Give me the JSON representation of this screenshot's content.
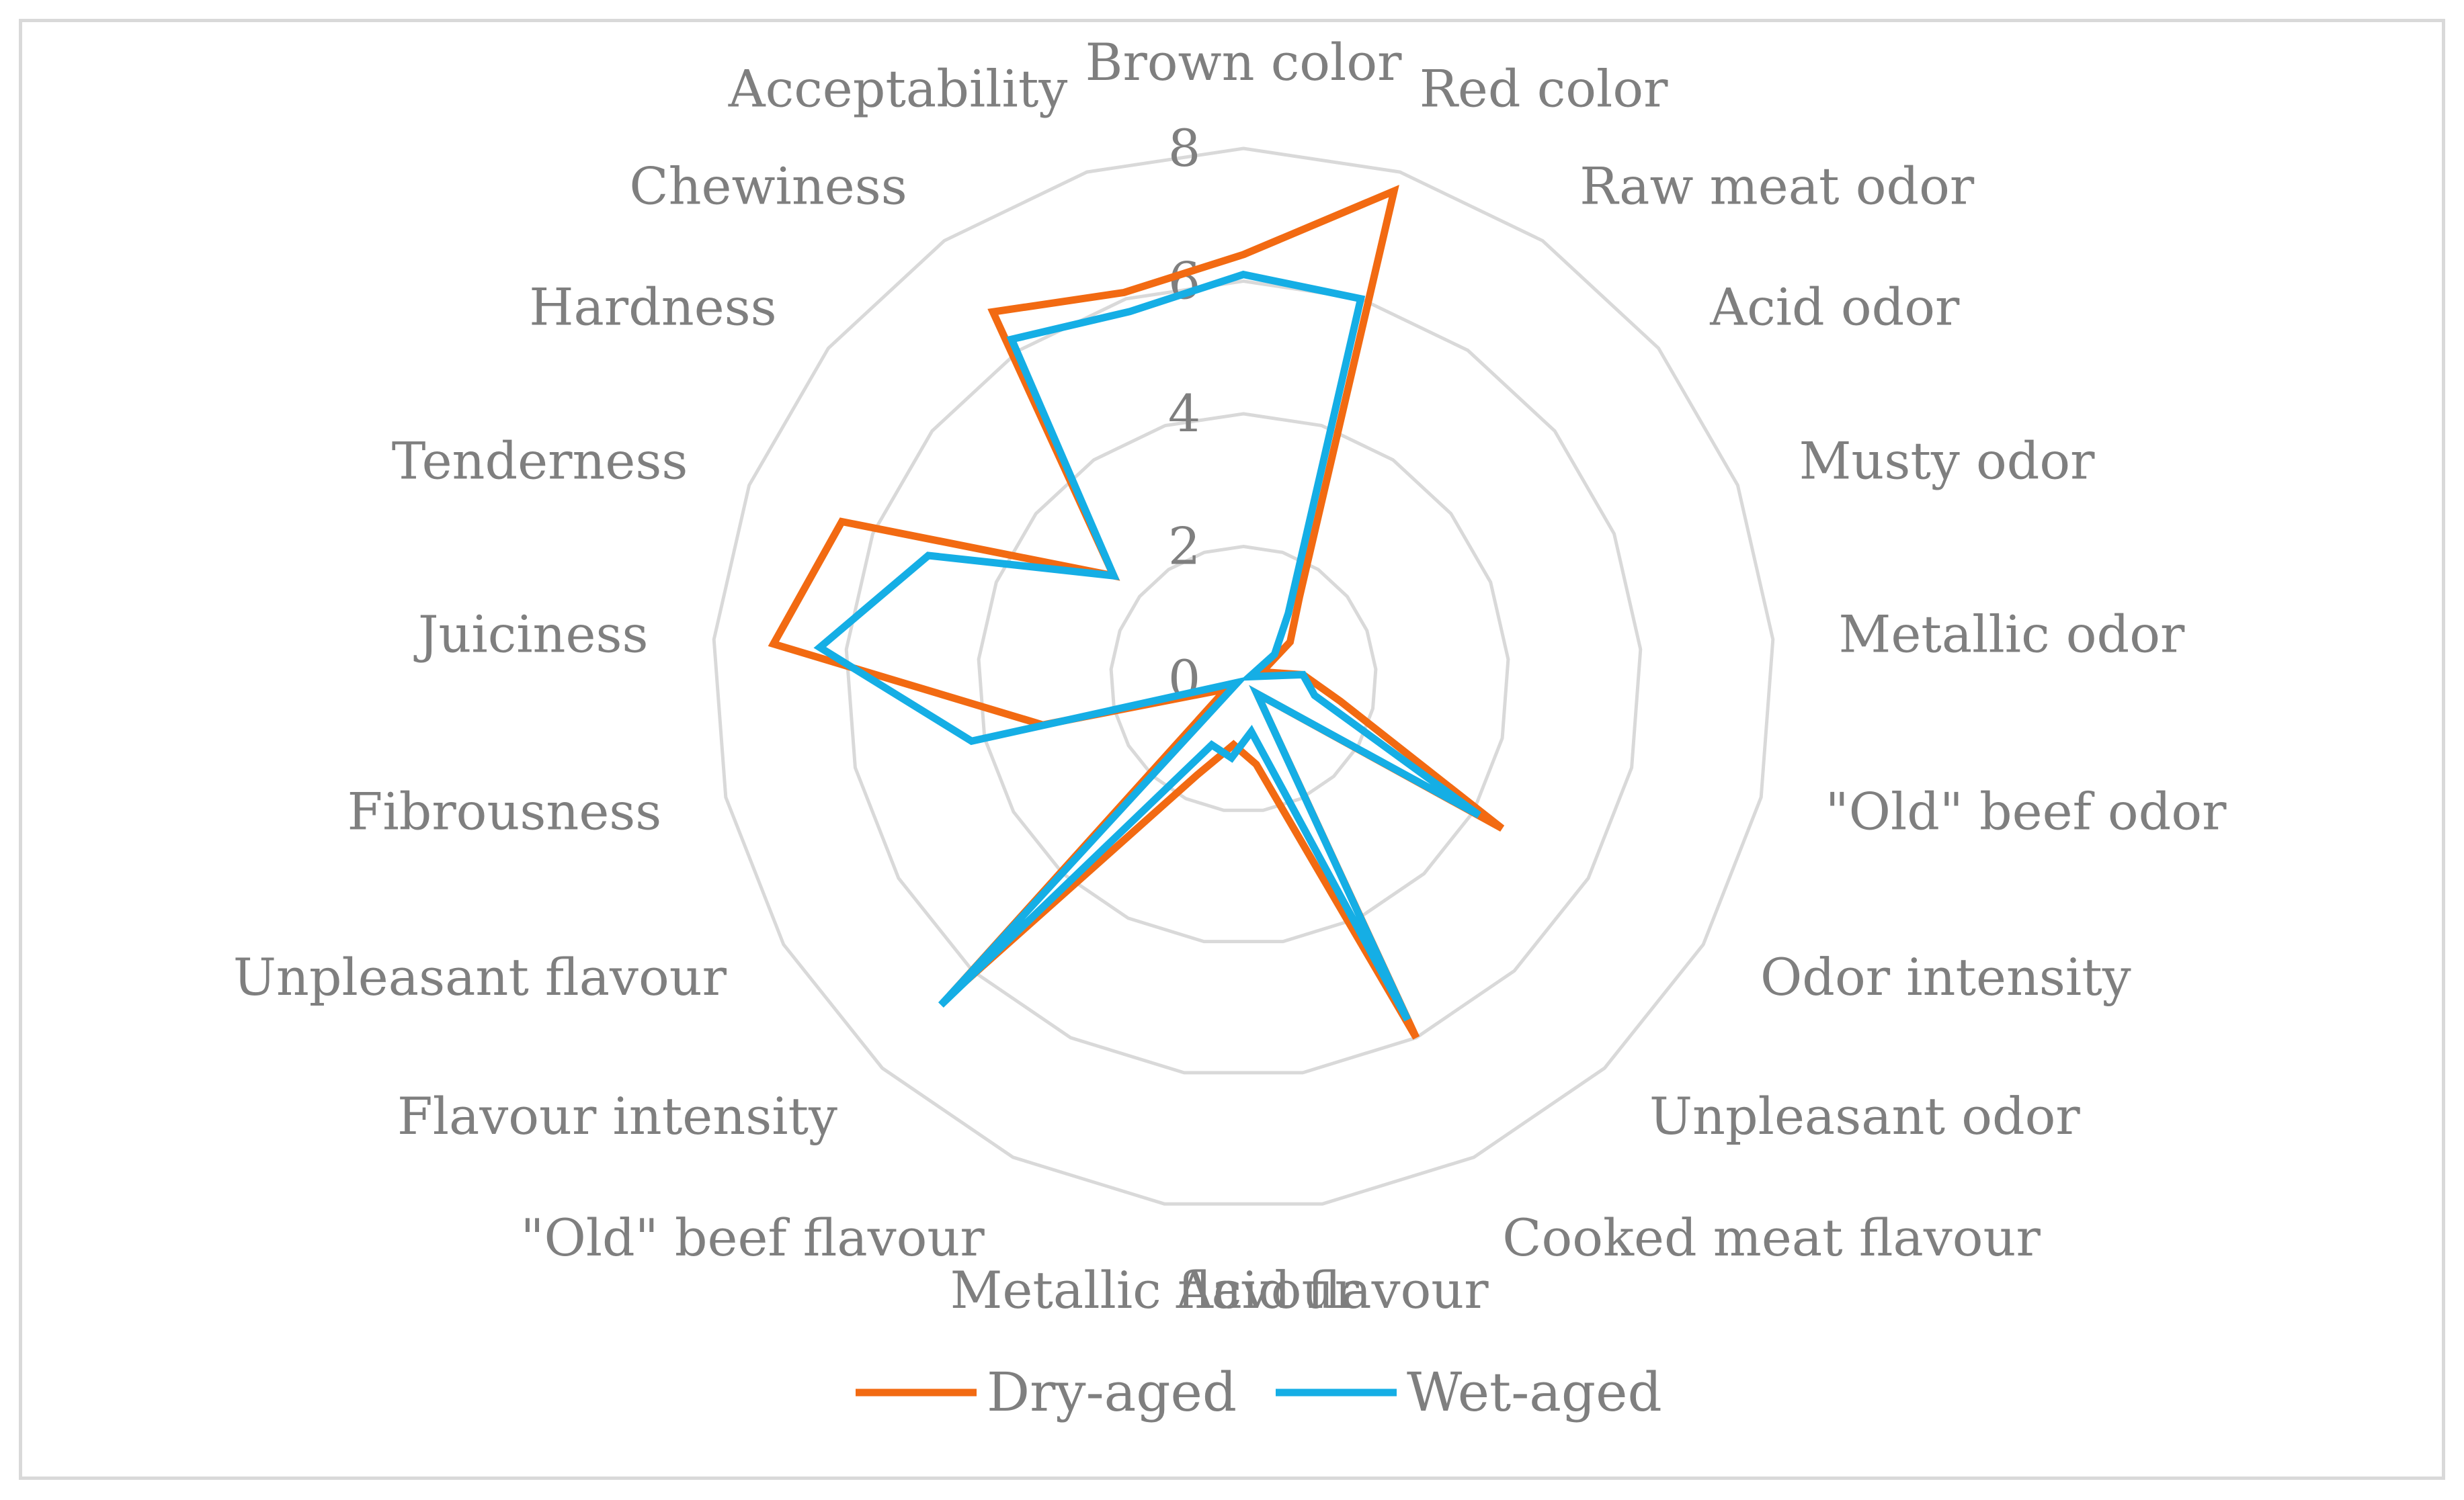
{
  "chart_data": {
    "type": "radar",
    "categories": [
      "Brown color",
      "Red color",
      "Raw meat odor",
      "Acid odor",
      "Musty odor",
      "Metallic odor",
      "\"Old\" beef odor",
      "Odor intensity",
      "Unpleasant odor",
      "Cooked meat flavour",
      "Acid flavour",
      "Metallic flavour",
      "\"Old\" beef flavour",
      "Flavour intensity",
      "Unpleasant flavour",
      "Fibrousness",
      "Juiciness",
      "Tenderness",
      "Hardness",
      "Chewiness",
      "Acceptability"
    ],
    "series": [
      {
        "name": "Dry-aged",
        "color": "#f26a12",
        "values": [
          6.4,
          7.7,
          1.5,
          0.9,
          0.3,
          0.9,
          1.5,
          4.5,
          0.3,
          6.0,
          1.3,
          1.0,
          1.6,
          6.5,
          0.3,
          3.1,
          7.1,
          6.5,
          2.5,
          6.7,
          6.1
        ]
      },
      {
        "name": "Wet-aged",
        "color": "#15aee5",
        "values": [
          6.1,
          6.0,
          1.2,
          0.6,
          0.1,
          0.9,
          1.1,
          4.1,
          0.3,
          5.7,
          0.8,
          1.2,
          1.1,
          6.7,
          0.1,
          4.2,
          6.4,
          5.1,
          2.5,
          6.2,
          5.8
        ]
      }
    ],
    "rlim": [
      0,
      8
    ],
    "ticks": [
      "0",
      "2",
      "4",
      "6",
      "8"
    ],
    "grid_color": "#d9d9d9",
    "grid": true,
    "legend_position": "bottom",
    "title": "",
    "xlabel": "",
    "ylabel": ""
  }
}
